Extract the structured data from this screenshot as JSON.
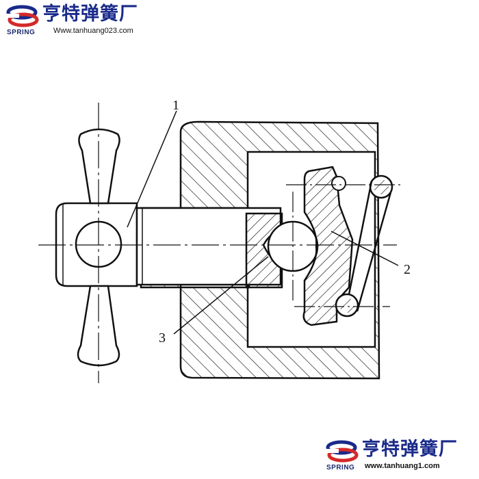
{
  "header_logo": {
    "name": "亨特弹簧厂",
    "spring": "SPRING",
    "url": "Www.tanhuang023.com"
  },
  "footer_logo": {
    "name": "亨特弹簧厂",
    "spring": "SPRING",
    "url": "www.tanhuang1.com"
  },
  "diagram": {
    "labels": [
      "1",
      "2",
      "3"
    ]
  },
  "colors": {
    "brand_blue": "#1a2a8a",
    "brand_red": "#d42a2a",
    "line": "#111111"
  }
}
